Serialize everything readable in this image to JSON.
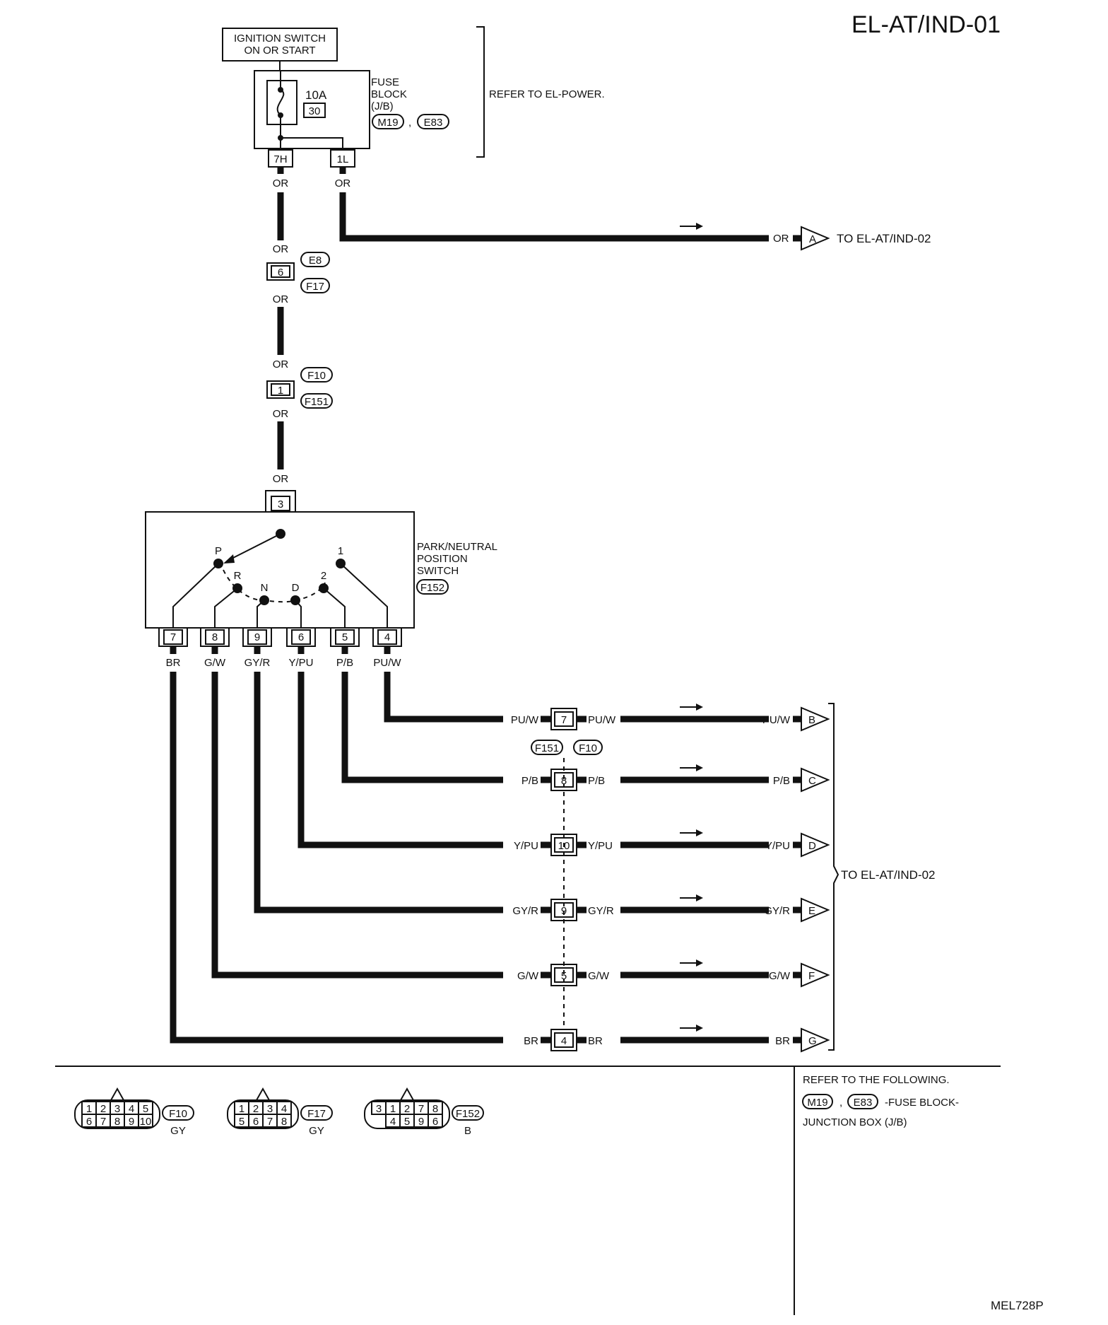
{
  "page_id": "EL-AT/IND-01",
  "footer_code": "MEL728P",
  "ignition": {
    "line1": "IGNITION SWITCH",
    "line2": "ON OR START"
  },
  "fuse_block": {
    "line1": "FUSE",
    "line2": "BLOCK",
    "line3": "(J/B)",
    "connectors": [
      "M19",
      "E83"
    ],
    "separator": ",",
    "amp": "10A",
    "fuse_no": "30",
    "pins": [
      "7H",
      "1L"
    ]
  },
  "refer_power": "REFER TO EL-POWER.",
  "wire_or": "OR",
  "inline_conn_1": {
    "pin": "6",
    "top": "E8",
    "bottom": "F17"
  },
  "inline_conn_2": {
    "pin": "1",
    "top": "F10",
    "bottom": "F151"
  },
  "switch": {
    "line1": "PARK/NEUTRAL",
    "line2": "POSITION",
    "line3": "SWITCH",
    "connector": "F152",
    "input_pin": "3",
    "positions": [
      "P",
      "R",
      "N",
      "D",
      "2",
      "1"
    ],
    "pins": [
      "7",
      "8",
      "9",
      "6",
      "5",
      "4"
    ],
    "colors": [
      "BR",
      "G/W",
      "GY/R",
      "Y/PU",
      "P/B",
      "PU/W"
    ]
  },
  "to_page": "TO EL-AT/IND-02",
  "output_A": {
    "letter": "A",
    "color": "OR"
  },
  "harness_connectors": [
    "F151",
    "F10"
  ],
  "outputs": [
    {
      "letter": "B",
      "color": "PU/W",
      "pin": "7"
    },
    {
      "letter": "C",
      "color": "P/B",
      "pin": "8"
    },
    {
      "letter": "D",
      "color": "Y/PU",
      "pin": "10"
    },
    {
      "letter": "E",
      "color": "GY/R",
      "pin": "9"
    },
    {
      "letter": "F",
      "color": "G/W",
      "pin": "5"
    },
    {
      "letter": "G",
      "color": "BR",
      "pin": "4"
    }
  ],
  "connector_views": [
    {
      "id": "F10",
      "color": "GY",
      "row1": [
        "1",
        "2",
        "3",
        "4",
        "5"
      ],
      "row2": [
        "6",
        "7",
        "8",
        "9",
        "10"
      ]
    },
    {
      "id": "F17",
      "color": "GY",
      "row1": [
        "1",
        "2",
        "3",
        "4"
      ],
      "row2": [
        "5",
        "6",
        "7",
        "8"
      ]
    },
    {
      "id": "F152",
      "color": "B",
      "row1": [
        "3",
        "1",
        "2",
        "7",
        "8"
      ],
      "row2": [
        "4",
        "5",
        "9",
        "6"
      ]
    }
  ],
  "refer_following": {
    "line1": "REFER TO THE FOLLOWING.",
    "connectors": [
      "M19",
      "E83"
    ],
    "separator": ",",
    "desc1": "-FUSE BLOCK-",
    "desc2": "JUNCTION BOX (J/B)"
  }
}
